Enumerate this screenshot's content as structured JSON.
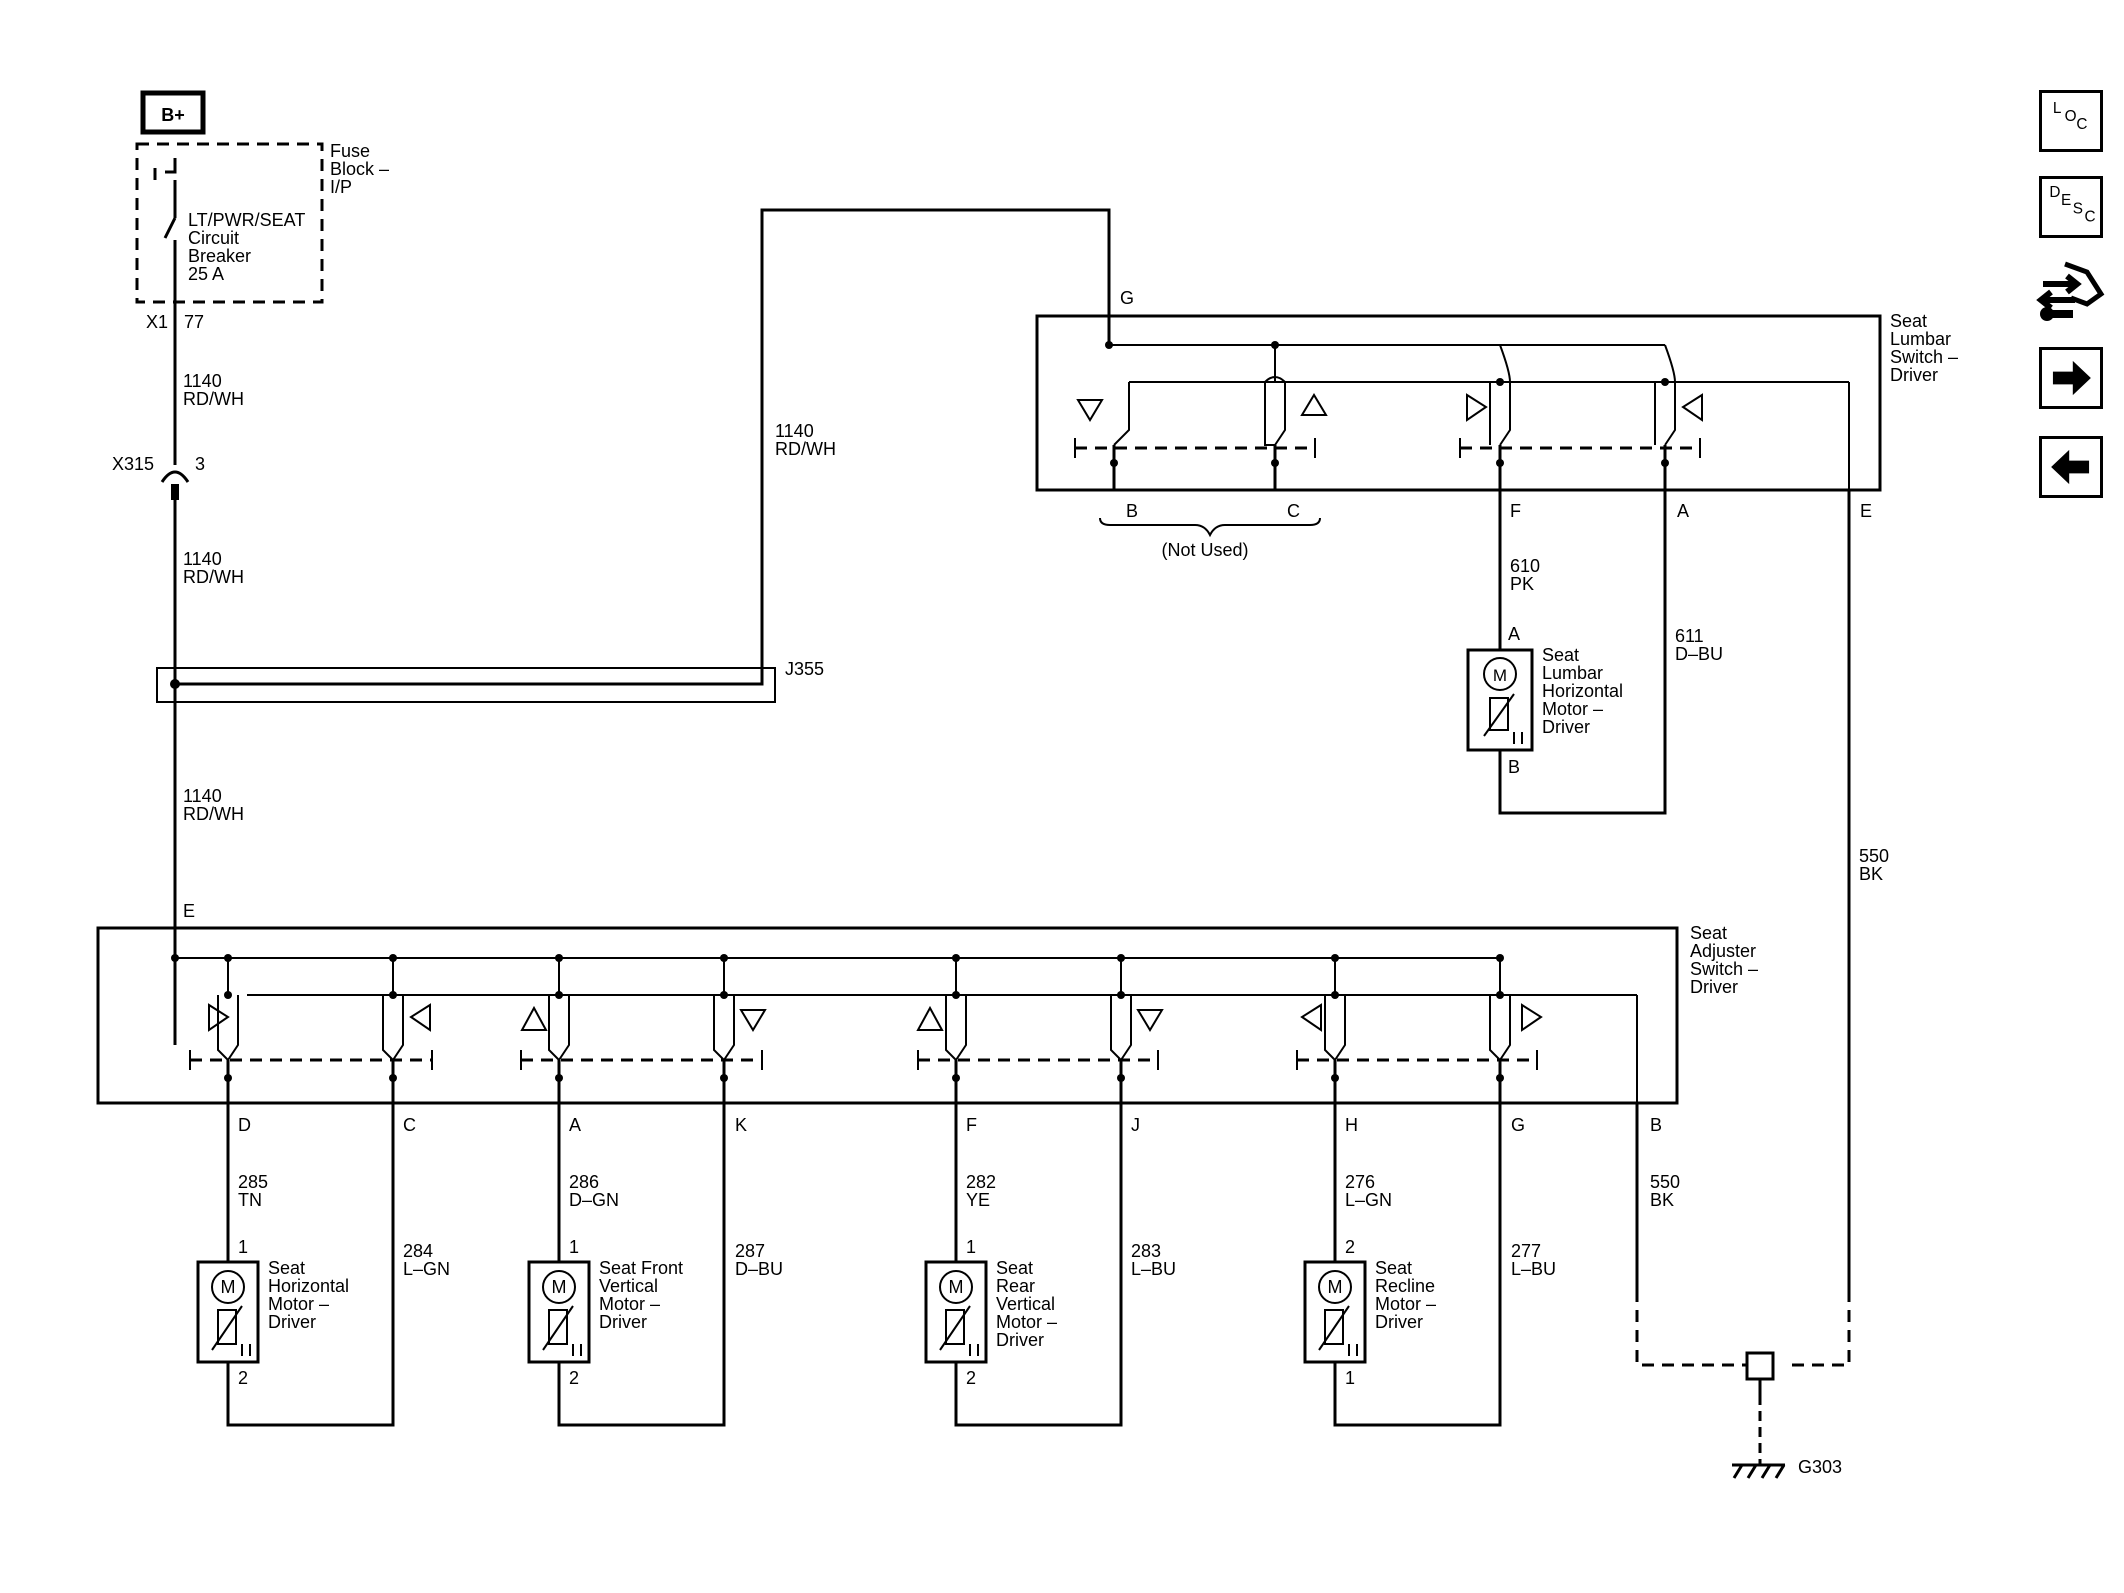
{
  "power": {
    "source": "B+"
  },
  "fuse_block": {
    "label": "Fuse\nBlock –\nI/P",
    "breaker": "LT/PWR/SEAT\nCircuit\nBreaker\n25 A",
    "connector": "X1",
    "pin": "77"
  },
  "connector_x315": {
    "label": "X315",
    "pin": "3"
  },
  "splice_j355": {
    "label": "J355"
  },
  "ground": {
    "label": "G303"
  },
  "lumbar_switch": {
    "label": "Seat\nLumbar\nSwitch –\nDriver",
    "pins": {
      "G": "G",
      "B": "B",
      "C": "C",
      "F": "F",
      "A": "A",
      "E": "E"
    },
    "not_used": "(Not Used)"
  },
  "lumbar_motor": {
    "label": "Seat\nLumbar\nHorizontal\nMotor –\nDriver",
    "pin_top": "A",
    "pin_bottom": "B"
  },
  "adjuster_switch": {
    "label": "Seat\nAdjuster\nSwitch –\nDriver",
    "pins": {
      "E": "E",
      "D": "D",
      "C": "C",
      "A": "A",
      "K": "K",
      "F": "F",
      "J": "J",
      "H": "H",
      "G": "G",
      "B": "B"
    }
  },
  "motors": [
    {
      "label": "Seat\nHorizontal\nMotor –\nDriver",
      "pin_top": "1",
      "pin_bottom": "2"
    },
    {
      "label": "Seat Front\nVertical\nMotor –\nDriver",
      "pin_top": "1",
      "pin_bottom": "2"
    },
    {
      "label": "Seat\nRear\nVertical\nMotor –\nDriver",
      "pin_top": "1",
      "pin_bottom": "2"
    },
    {
      "label": "Seat\nRecline\nMotor –\nDriver",
      "pin_top": "2",
      "pin_bottom": "1"
    }
  ],
  "wires": {
    "w1140_a": "1140\nRD/WH",
    "w1140_b": "1140\nRD/WH",
    "w1140_c": "1140\nRD/WH",
    "w1140_d": "1140\nRD/WH",
    "w610": "610\nPK",
    "w611": "611\nD–BU",
    "w550_e": "550\nBK",
    "w285": "285\nTN",
    "w284": "284\nL–GN",
    "w286": "286\nD–GN",
    "w287": "287\nD–BU",
    "w282": "282\nYE",
    "w283": "283\nL–BU",
    "w276": "276\nL–GN",
    "w277": "277\nL–BU",
    "w550_b": "550\nBK"
  },
  "motor_symbol": "M",
  "nav": {
    "loc_label": "LOC",
    "desc_label": "DESC"
  }
}
